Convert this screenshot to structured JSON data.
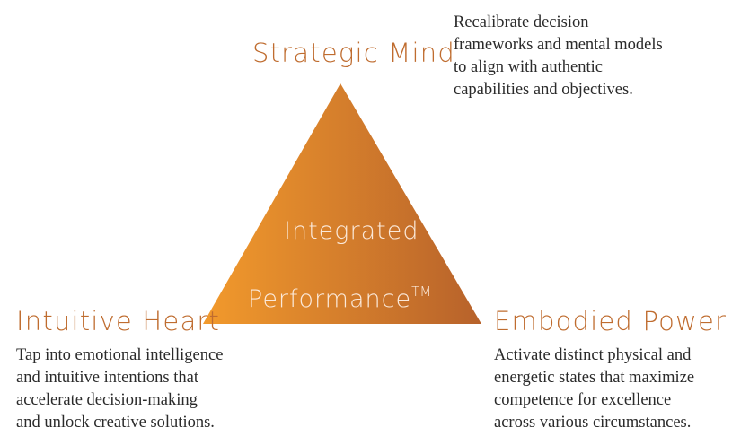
{
  "colors": {
    "heading": "#bf6c2f",
    "triangle_left": "#f29a2c",
    "triangle_right": "#b7622b",
    "body_text": "#2b2b2b",
    "triangle_text": "#fbe9da"
  },
  "triangle": {
    "line1": "Integrated",
    "line2": "Performance",
    "trademark": "TM"
  },
  "top": {
    "title": "Strategic Mind",
    "lines": [
      "Recalibrate decision",
      "frameworks and mental models",
      "to align with authentic",
      "capabilities and objectives."
    ]
  },
  "left": {
    "title": "Intuitive Heart",
    "lines": [
      "Tap into emotional intelligence",
      "and intuitive intentions that",
      "accelerate decision-making",
      "and unlock creative solutions."
    ]
  },
  "right": {
    "title": "Embodied Power",
    "lines": [
      "Activate distinct physical and",
      "energetic states that maximize",
      "competence for excellence",
      "across various circumstances."
    ]
  }
}
